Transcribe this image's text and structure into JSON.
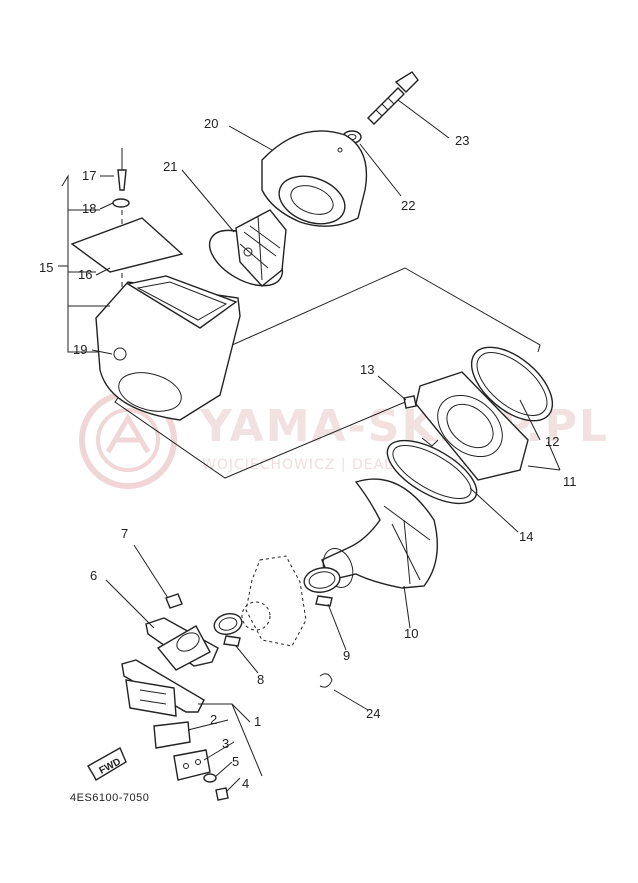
{
  "diagram": {
    "code": "4ES6100-7050",
    "fwd_label": "FWD",
    "watermark": {
      "main": "YAMA-SKLEP.PL",
      "sub": "WOJCIECHOWICZ | DEALER YAMAHA"
    },
    "callouts": [
      {
        "id": "c1",
        "text": "1"
      },
      {
        "id": "c2",
        "text": "2"
      },
      {
        "id": "c3",
        "text": "3"
      },
      {
        "id": "c4",
        "text": "4"
      },
      {
        "id": "c5",
        "text": "5"
      },
      {
        "id": "c6",
        "text": "6"
      },
      {
        "id": "c7",
        "text": "7"
      },
      {
        "id": "c8",
        "text": "8"
      },
      {
        "id": "c9",
        "text": "9"
      },
      {
        "id": "c10",
        "text": "10"
      },
      {
        "id": "c11",
        "text": "11"
      },
      {
        "id": "c12",
        "text": "12"
      },
      {
        "id": "c13",
        "text": "13"
      },
      {
        "id": "c14",
        "text": "14"
      },
      {
        "id": "c15",
        "text": "15"
      },
      {
        "id": "c16",
        "text": "16"
      },
      {
        "id": "c17",
        "text": "17"
      },
      {
        "id": "c18",
        "text": "18"
      },
      {
        "id": "c19",
        "text": "19"
      },
      {
        "id": "c20",
        "text": "20"
      },
      {
        "id": "c21",
        "text": "21"
      },
      {
        "id": "c22",
        "text": "22"
      },
      {
        "id": "c23",
        "text": "23"
      },
      {
        "id": "c24",
        "text": "24"
      }
    ]
  }
}
